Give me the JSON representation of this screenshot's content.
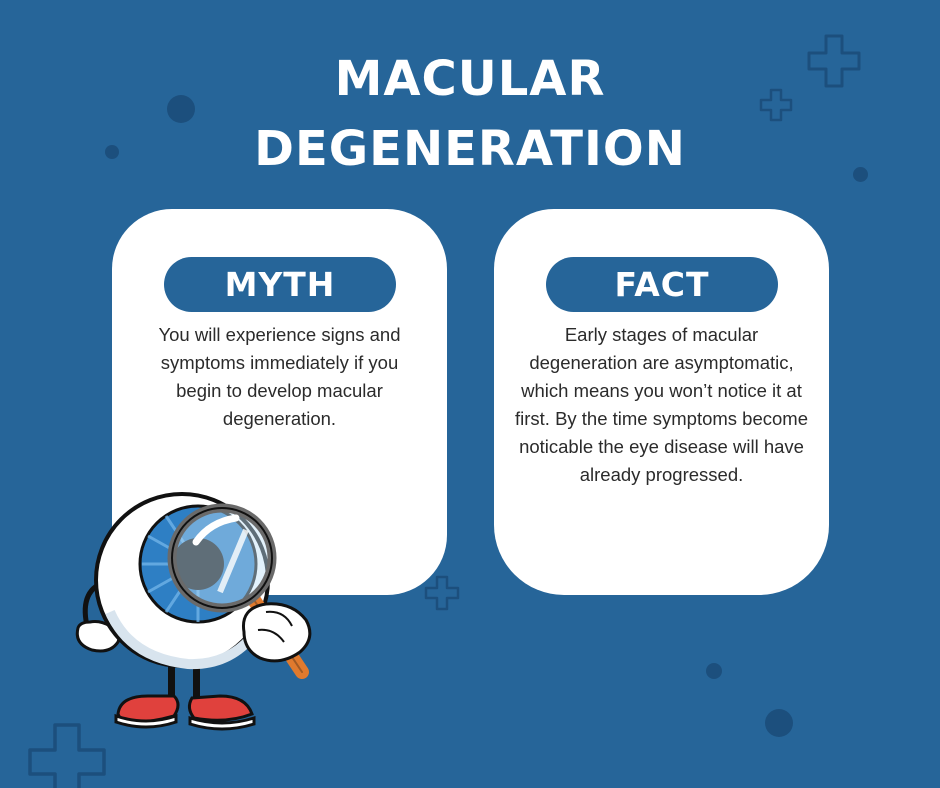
{
  "title": {
    "line1": "MACULAR",
    "line2": "DEGENERATION"
  },
  "myth": {
    "label": "MYTH",
    "text": "You will experience signs and symptoms immediately if you begin to develop macular degeneration."
  },
  "fact": {
    "label": "FACT",
    "text": "Early stages of macular degeneration are asymptomatic, which means you won’t notice it at first.  By the time symptoms become noticable the eye disease will have already progressed."
  },
  "colors": {
    "background": "#266599",
    "card": "#ffffff",
    "pill": "#266599",
    "dot": "#1c4f7d",
    "iris": "#2e7fc4",
    "shoe": "#e0413d"
  },
  "decorations": [
    "plus-outline-icon",
    "dot",
    "eyeball-mascot-with-magnifier"
  ]
}
